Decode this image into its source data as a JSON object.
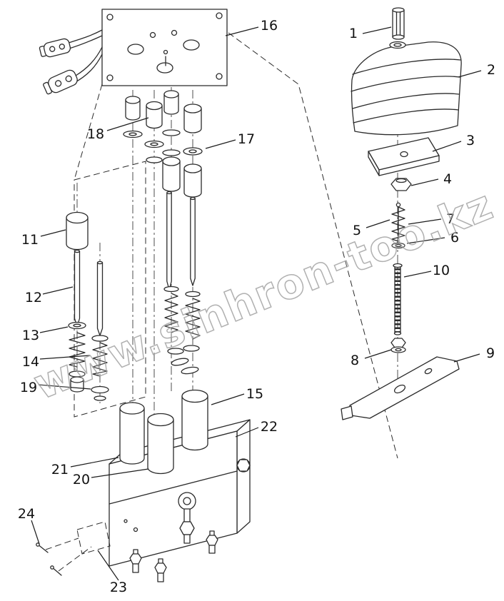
{
  "diagram": {
    "kind": "exploded-parts-diagram",
    "colors": {
      "line": "#2b2b2b",
      "label": "#111111",
      "watermark": "#9c9c9c"
    }
  },
  "watermark": {
    "text": "www.sinhron-too.kz"
  },
  "labels": {
    "p1": "1",
    "p2": "2",
    "p3": "3",
    "p4": "4",
    "p5": "5",
    "p6": "6",
    "p7": "7",
    "p8": "8",
    "p9": "9",
    "p10": "10",
    "p11": "11",
    "p12": "12",
    "p13": "13",
    "p14": "14",
    "p15": "15",
    "p16": "16",
    "p17": "17",
    "p18": "18",
    "p19": "19",
    "p20": "20",
    "p21": "21",
    "p22": "22",
    "p23": "23",
    "p24": "24"
  }
}
